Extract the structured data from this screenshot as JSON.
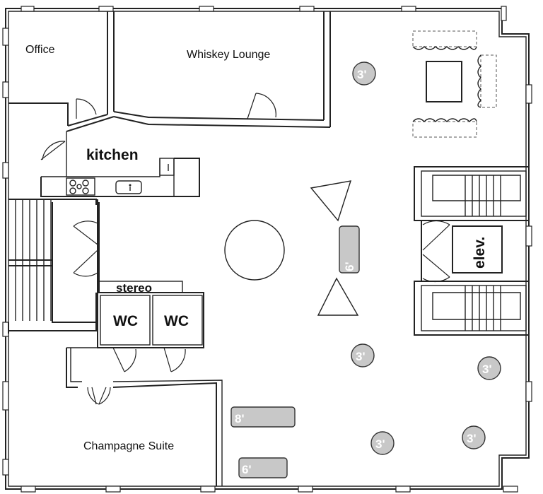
{
  "rooms": {
    "office": "Office",
    "whiskey_lounge": "Whiskey Lounge",
    "kitchen": "kitchen",
    "stereo": "stereo",
    "wc_left": "WC",
    "wc_right": "WC",
    "elevator": "elev.",
    "champagne_suite": "Champagne Suite"
  },
  "tables": {
    "round_top": "3'",
    "rect_center": "6'",
    "round_mid": "3'",
    "round_right_upper": "3'",
    "rect_lower_8": "8'",
    "round_lower_mid": "3'",
    "round_lower_right": "3'",
    "rect_lower_6": "6'"
  },
  "colors": {
    "table_fill": "#c8c8c8",
    "wall": "#222222",
    "background": "#ffffff"
  }
}
